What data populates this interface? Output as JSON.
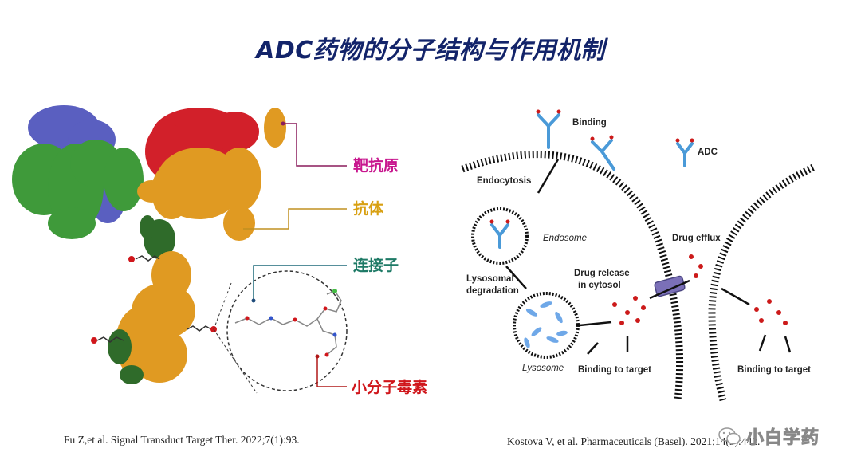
{
  "slide": {
    "title": "ADC药物的分子结构与作用机制"
  },
  "structure_diagram": {
    "labels": {
      "target_antigen": "靶抗原",
      "antibody": "抗体",
      "linker": "连接子",
      "payload": "小分子毒素"
    },
    "colors": {
      "target_antigen": "#c8168e",
      "antibody": "#d8a012",
      "linker": "#1e7a66",
      "payload": "#d0161b",
      "heavy_chain_blue": "#5a5fc0",
      "heavy_chain_green": "#3f9a3a",
      "antigen_red": "#d2202a",
      "antibody_orange": "#e09a22"
    },
    "citation": "Fu Z,et al. Signal Transduct Target Ther. 2022;7(1):93."
  },
  "mechanism_diagram": {
    "labels": {
      "binding": "Binding",
      "adc": "ADC",
      "endocytosis": "Endocytosis",
      "endosome": "Endosome",
      "lysosomal_degradation_1": "Lysosomal",
      "lysosomal_degradation_2": "degradation",
      "drug_release_1": "Drug release",
      "drug_release_2": "in cytosol",
      "drug_efflux": "Drug efflux",
      "lysosome": "Lysosome",
      "binding_to_target_1": "Binding to target",
      "binding_to_target_2": "Binding to target"
    },
    "citation": "Kostova V, et al. Pharmaceuticals (Basel). 2021;14(5):442."
  },
  "watermark": {
    "text": "小白学药",
    "icon": "wechat-icon"
  }
}
